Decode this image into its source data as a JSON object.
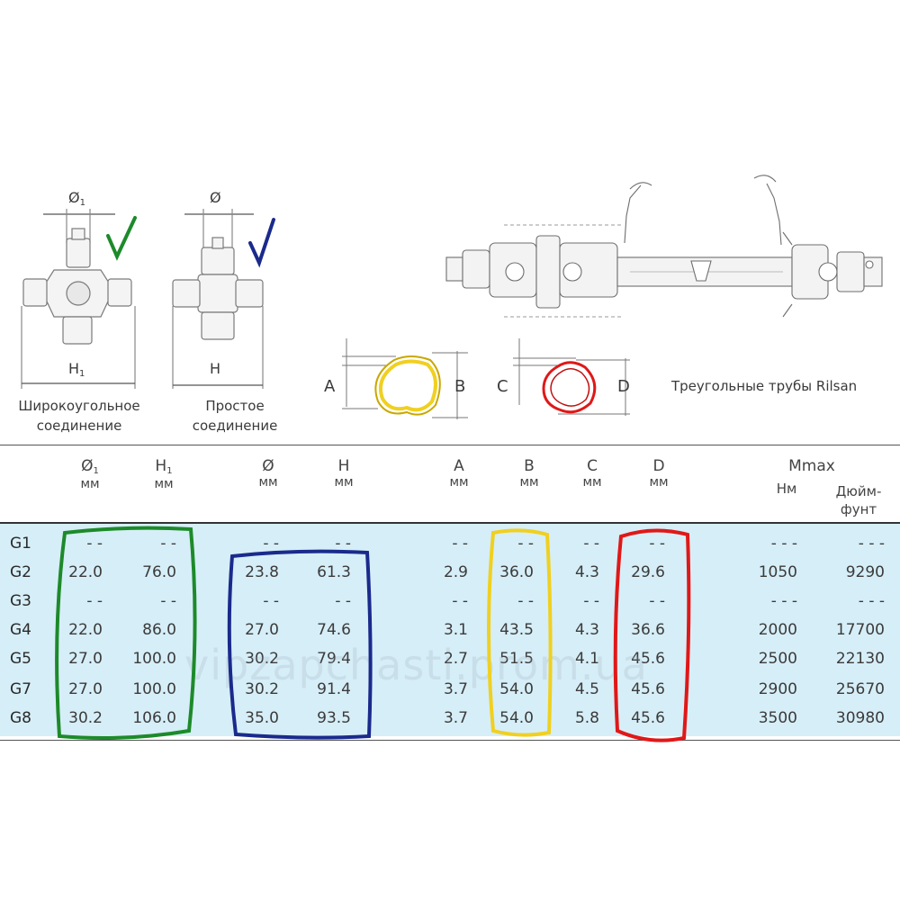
{
  "diagram": {
    "wide_joint": {
      "dim_top": "Ø",
      "dim_top_sub": "1",
      "dim_bottom": "H",
      "dim_bottom_sub": "1",
      "caption_line1": "Широкоугольное",
      "caption_line2": "соединение"
    },
    "simple_joint": {
      "dim_top": "Ø",
      "dim_bottom": "H",
      "caption_line1": "Простое",
      "caption_line2": "соединение"
    },
    "tube_labels": {
      "a": "A",
      "b": "B",
      "c": "C",
      "d": "D"
    },
    "tube_caption": "Треугольные трубы Rilsan"
  },
  "table": {
    "headers": {
      "d1": "Ø",
      "d1_sub": "1",
      "h1": "H",
      "h1_sub": "1",
      "d": "Ø",
      "h": "H",
      "a": "A",
      "b": "B",
      "c": "C",
      "dd": "D",
      "mmax": "Mmax",
      "nm": "Нм",
      "inlb_1": "Дюйм-",
      "inlb_2": "фунт",
      "mm": "мм"
    },
    "rows": [
      {
        "label": "G1",
        "cells": [
          "- -",
          "- -",
          "- -",
          "- -",
          "- -",
          "- -",
          "- -",
          "- -",
          "- - -",
          "- - -"
        ]
      },
      {
        "label": "G2",
        "cells": [
          "22.0",
          "76.0",
          "23.8",
          "61.3",
          "2.9",
          "36.0",
          "4.3",
          "29.6",
          "1050",
          "9290"
        ]
      },
      {
        "label": "G3",
        "cells": [
          "- -",
          "- -",
          "- -",
          "- -",
          "- -",
          "- -",
          "- -",
          "- -",
          "- - -",
          "- - -"
        ]
      },
      {
        "label": "G4",
        "cells": [
          "22.0",
          "86.0",
          "27.0",
          "74.6",
          "3.1",
          "43.5",
          "4.3",
          "36.6",
          "2000",
          "17700"
        ]
      },
      {
        "label": "G5",
        "cells": [
          "27.0",
          "100.0",
          "30.2",
          "79.4",
          "2.7",
          "51.5",
          "4.1",
          "45.6",
          "2500",
          "22130"
        ]
      },
      {
        "label": "G7",
        "cells": [
          "27.0",
          "100.0",
          "30.2",
          "91.4",
          "3.7",
          "54.0",
          "4.5",
          "45.6",
          "2900",
          "25670"
        ]
      },
      {
        "label": "G8",
        "cells": [
          "30.2",
          "106.0",
          "35.0",
          "93.5",
          "3.7",
          "54.0",
          "5.8",
          "45.6",
          "3500",
          "30980"
        ]
      }
    ]
  },
  "watermark": "vipzapchasti.prom.ua",
  "colors": {
    "green": "#1d8a2a",
    "navy": "#1a2a8c",
    "yellow": "#f0d020",
    "red": "#e01818",
    "table_bg": "#d6eef7"
  }
}
